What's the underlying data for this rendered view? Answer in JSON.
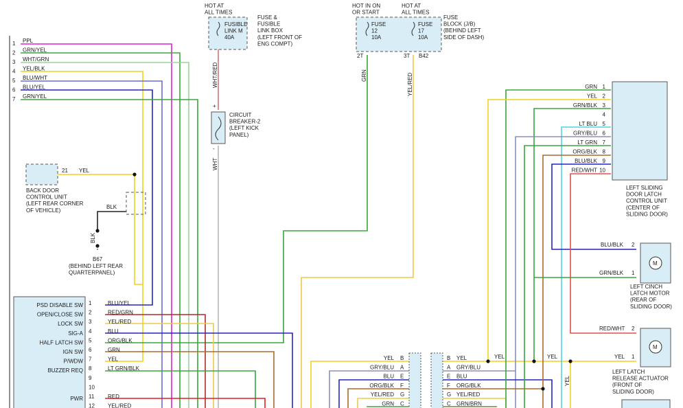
{
  "top": {
    "hot_at_all_times_1": "HOT AT\nALL TIMES",
    "fusible_link_label": "FUSIBLE\nLINK M\n40A",
    "fusible_link_box": "FUSE &\nFUSIBLE\nLINK BOX\n(LEFT FRONT OF\nENG COMPT)",
    "hot_in_on_or_start": "HOT IN ON\nOR START",
    "hot_at_all_times_2": "HOT AT\nALL TIMES",
    "fuse12": "FUSE\n12\n10A",
    "fuse17": "FUSE\n17\n10A",
    "fuse_block": "FUSE\nBLOCK (J/B)\n(BEHIND LEFT\nSIDE OF DASH)",
    "pin_2t": "2T",
    "pin_3t": "3T",
    "pin_b42": "B42",
    "wire_wht_red": "WHT/RED",
    "wire_grn": "GRN",
    "wire_yel_red": "YEL/RED",
    "circuit_breaker": "CIRCUIT\nBREAKER-2\n(LEFT KICK\nPANEL)",
    "wire_wht": "WHT",
    "cb_plus": "+",
    "cb_minus": "-"
  },
  "left_bundle": {
    "rows": [
      {
        "num": "1",
        "label": "PPL"
      },
      {
        "num": "2",
        "label": "GRN/YEL"
      },
      {
        "num": "3",
        "label": "WHT/GRN"
      },
      {
        "num": "4",
        "label": "YEL/BLK"
      },
      {
        "num": "5",
        "label": "BLU/WHT"
      },
      {
        "num": "6",
        "label": "BLU/YEL"
      },
      {
        "num": "7",
        "label": "GRN/YEL"
      }
    ]
  },
  "back_door": {
    "title": "BACK DOOR\nCONTROL UNIT\n(LEFT REAR CORNER\nOF VEHICLE)",
    "pin": "21",
    "wire": "YEL"
  },
  "ground": {
    "wire_blk_1": "BLK",
    "wire_blk_2": "BLK",
    "ref": "B67",
    "location": "(BEHIND LEFT REAR\nQUARTERPANEL)"
  },
  "psd_unit": {
    "rows": [
      {
        "label": "PSD DISABLE SW",
        "pin": "1",
        "wire": "BLU/YEL"
      },
      {
        "label": "OPEN/CLOSE SW",
        "pin": "2",
        "wire": "RED/GRN"
      },
      {
        "label": "LOCK SW",
        "pin": "3",
        "wire": "YEL/RED"
      },
      {
        "label": "SIG-A",
        "pin": "4",
        "wire": "BLU"
      },
      {
        "label": "HALF LATCH SW",
        "pin": "5",
        "wire": "ORG/BLK"
      },
      {
        "label": "IGN SW",
        "pin": "6",
        "wire": "GRN"
      },
      {
        "label": "P/WDW",
        "pin": "7",
        "wire": "YEL"
      },
      {
        "label": "BUZZER REQ",
        "pin": "8",
        "wire": "LT GRN/BLK"
      },
      {
        "label": "",
        "pin": "9",
        "wire": ""
      },
      {
        "label": "",
        "pin": "10",
        "wire": ""
      },
      {
        "label": "PWR",
        "pin": "11",
        "wire": "RED"
      },
      {
        "label": "",
        "pin": "12",
        "wire": "YEL/RED"
      }
    ]
  },
  "connector": {
    "left_rows": [
      {
        "wire": "YEL",
        "pin": "B"
      },
      {
        "wire": "GRY/BLU",
        "pin": "A"
      },
      {
        "wire": "BLU",
        "pin": "E"
      },
      {
        "wire": "ORG/BLK",
        "pin": "F"
      },
      {
        "wire": "YEL/RED",
        "pin": "G"
      },
      {
        "wire": "GRN",
        "pin": "C"
      }
    ],
    "right_rows": [
      {
        "pin": "B",
        "wire": "YEL"
      },
      {
        "pin": "A",
        "wire": "GRY/BLU"
      },
      {
        "pin": "E",
        "wire": "BLU"
      },
      {
        "pin": "F",
        "wire": "ORG/BLK"
      },
      {
        "pin": "G",
        "wire": "YEL/RED"
      },
      {
        "pin": "C",
        "wire": "GRN/BRN"
      }
    ],
    "yel_label_1": "YEL",
    "yel_label_2": "YEL",
    "yel_label_vertical": "YEL"
  },
  "latch_unit": {
    "title": "LEFT SLIDING\nDOOR LATCH\nCONTROL UNIT\n(CENTER OF\nSLIDING DOOR)",
    "rows": [
      {
        "wire": "GRN",
        "pin": "1"
      },
      {
        "wire": "YEL",
        "pin": "2"
      },
      {
        "wire": "GRN/BLK",
        "pin": "3"
      },
      {
        "wire": "",
        "pin": "4"
      },
      {
        "wire": "LT BLU",
        "pin": "5"
      },
      {
        "wire": "GRY/BLU",
        "pin": "6"
      },
      {
        "wire": "LT GRN",
        "pin": "7"
      },
      {
        "wire": "ORG/BLK",
        "pin": "8"
      },
      {
        "wire": "BLU/BLK",
        "pin": "9"
      },
      {
        "wire": "RED/WHT",
        "pin": "10"
      }
    ]
  },
  "cinch_motor": {
    "title": "LEFT CINCH\nLATCH MOTOR\n(REAR OF\nSLIDING DOOR)",
    "wire_top": "BLU/BLK",
    "pin_top": "2",
    "wire_bottom": "GRN/BLK",
    "pin_bottom": "1",
    "symbol": "M"
  },
  "release_actuator": {
    "title": "LEFT LATCH\nRELEASE ACTUATOR\n(FRONT OF\nSLIDING DOOR)",
    "wire_top": "RED/WHT",
    "pin_top": "2",
    "wire_bottom": "YEL",
    "pin_bottom": "1",
    "symbol": "M"
  },
  "colors": {
    "ppl": "#e020d0",
    "grn": "#3aa53a",
    "yel": "#f2d21a",
    "blu": "#2424c8",
    "red": "#e02020",
    "brn": "#a86a2c",
    "gry": "#8e8e8e",
    "ltblu": "#4cd6e6",
    "blk": "#222222",
    "wht": "#b8b8b8"
  }
}
